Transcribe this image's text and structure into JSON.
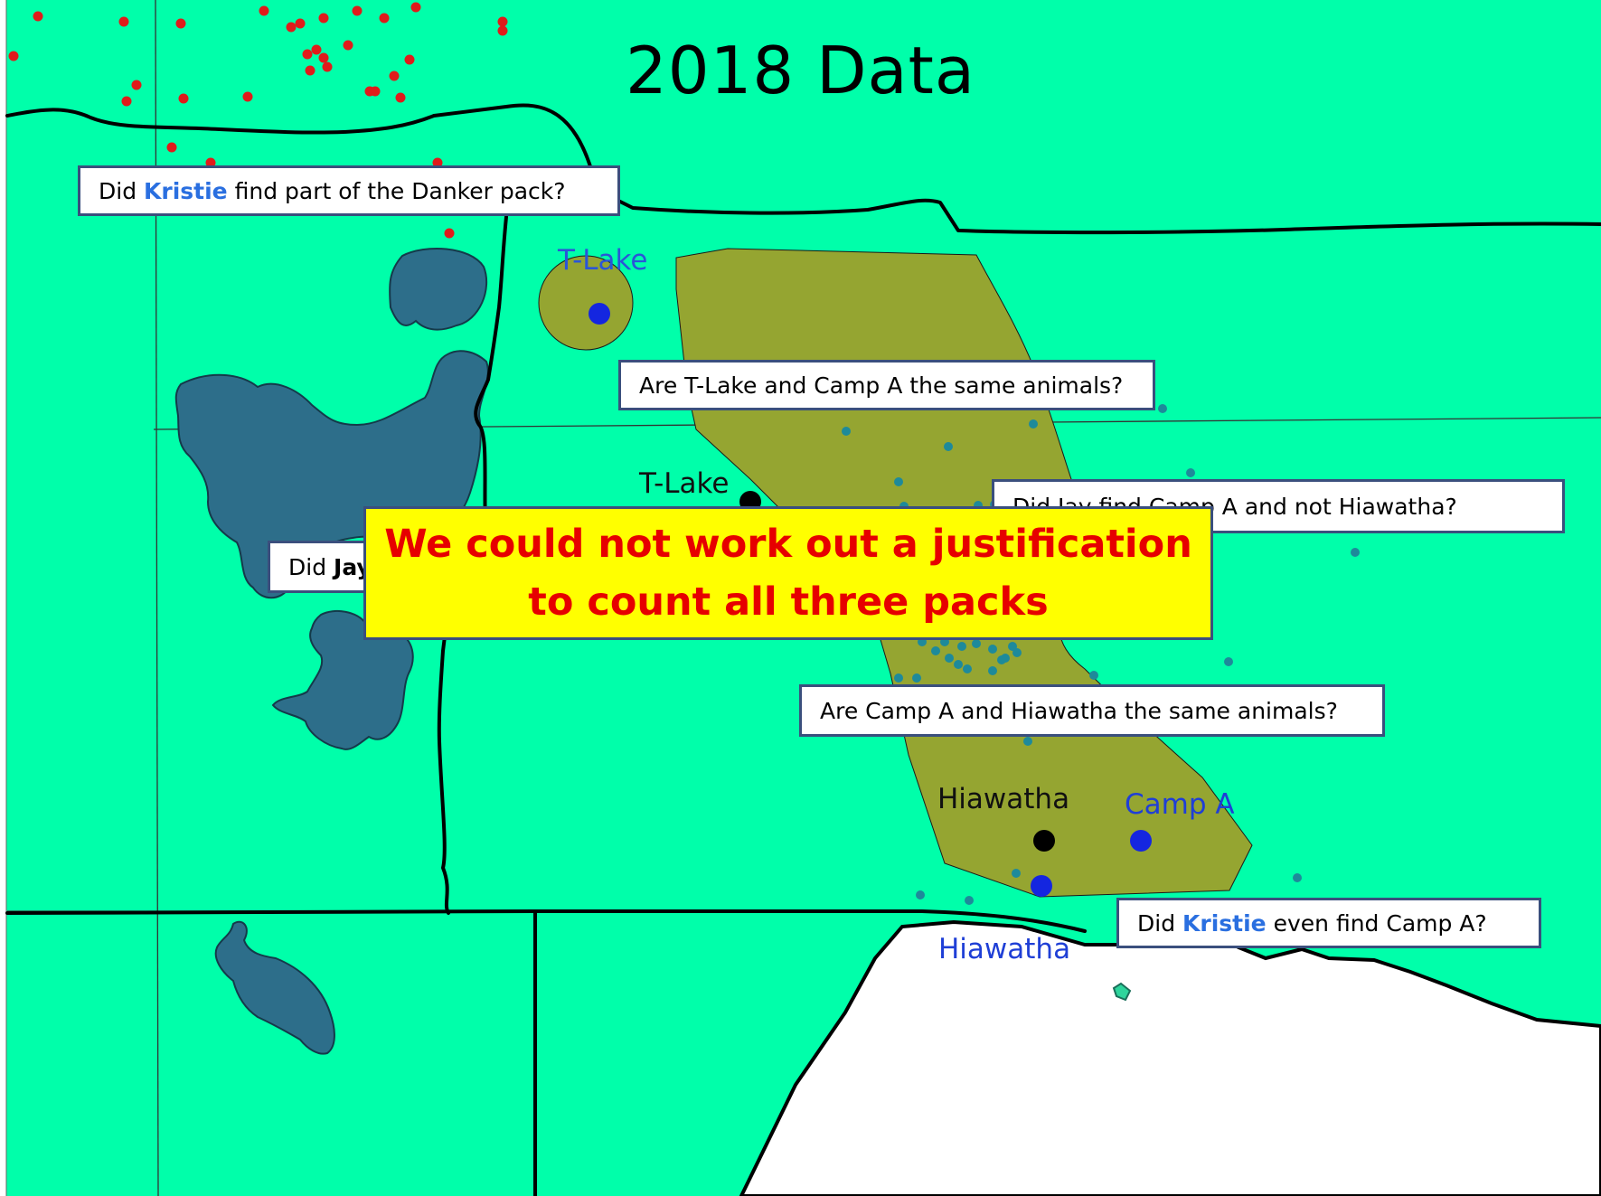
{
  "title": "2018 Data",
  "labels": {
    "tlake_top": "T-Lake",
    "tlake_mid": "T-Lake",
    "hiawatha_black": "Hiawatha",
    "camp_a": "Camp A",
    "hiawatha_blue": "Hiawatha"
  },
  "callouts": {
    "danker": {
      "pre": "Did ",
      "name": "Kristie",
      "post": " find part of the Danker pack?"
    },
    "same_tlake_campa": "Are T-Lake and Camp A the same animals?",
    "jay_campa": {
      "pre": "Did J",
      "mid": "ay find Ca",
      "post": "mp A and not Hiawatha?"
    },
    "jay_partial": {
      "pre": "Did ",
      "name": "Jay"
    },
    "same_campa_hiawatha": "Are Camp A and Hiawatha the same animals?",
    "kristie_campa": {
      "pre": "Did ",
      "name": "Kristie",
      "post": " even find Camp A?"
    }
  },
  "banner": {
    "line1": "We could not work out a justification",
    "line2": "to count all three packs"
  },
  "colors": {
    "land": "#00ffaa",
    "lake": "#2d6e8a",
    "territory": "#95a531",
    "boundary": "#000000",
    "red_point": "#e01b1b",
    "teal_point": "#1e8a9a",
    "blue_point": "#1426e0",
    "black_point": "#000000",
    "banner_bg": "#ffff00",
    "banner_text": "#e60000"
  }
}
